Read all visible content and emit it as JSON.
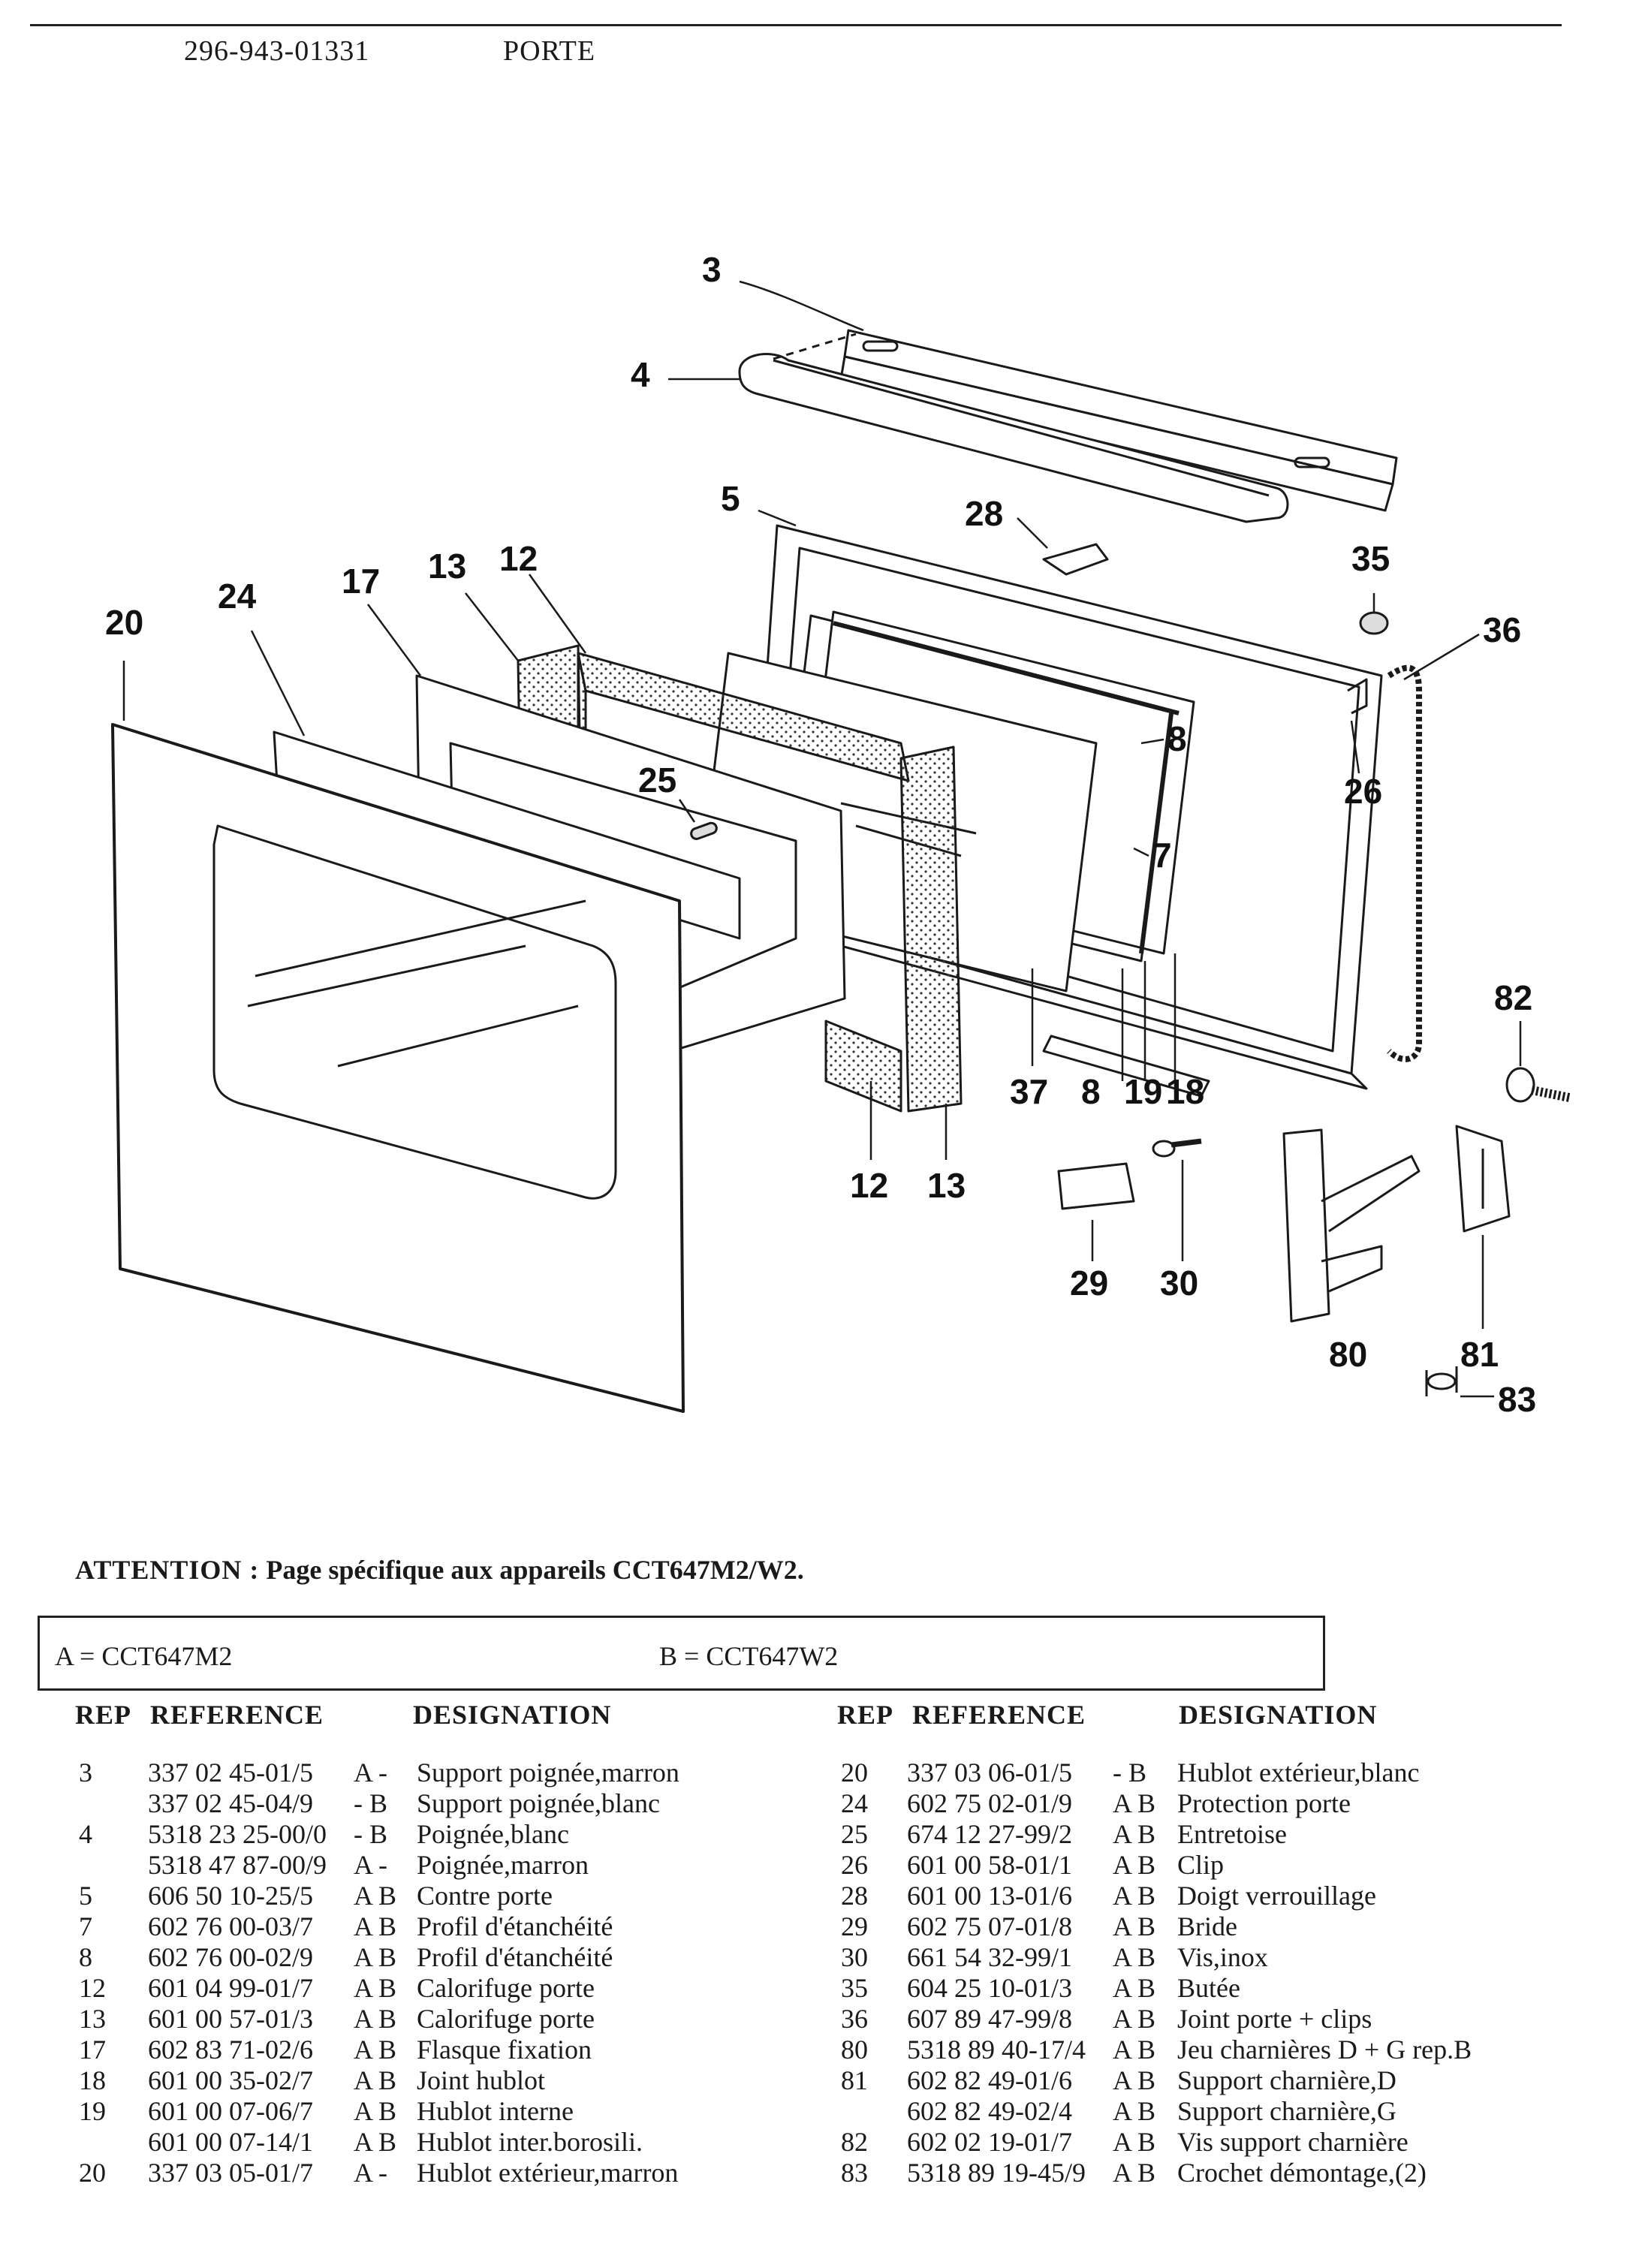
{
  "header": {
    "reference": "296-943-01331",
    "title": "PORTE"
  },
  "callouts": [
    "3",
    "4",
    "5",
    "28",
    "35",
    "36",
    "20",
    "24",
    "17",
    "13",
    "12",
    "25",
    "8",
    "7",
    "26",
    "82",
    "37",
    "8",
    "19",
    "18",
    "12",
    "13",
    "29",
    "30",
    "80",
    "81",
    "83"
  ],
  "attention": {
    "label": "ATTENTION :",
    "text": "Page spécifique aux appareils CCT647M2/W2."
  },
  "models": {
    "a": "A = CCT647M2",
    "b": "B = CCT647W2"
  },
  "table_headers": {
    "rep": "REP",
    "reference": "REFERENCE",
    "designation": "DESIGNATION"
  },
  "parts_left": [
    {
      "rep": "3",
      "ref": "337 02 45-01/5",
      "variant": "A -",
      "designation": "Support poignée,marron"
    },
    {
      "rep": "",
      "ref": "337 02 45-04/9",
      "variant": "- B",
      "designation": "Support poignée,blanc"
    },
    {
      "rep": "4",
      "ref": "5318 23 25-00/0",
      "variant": "- B",
      "designation": "Poignée,blanc"
    },
    {
      "rep": "",
      "ref": "5318 47 87-00/9",
      "variant": "A -",
      "designation": "Poignée,marron"
    },
    {
      "rep": "5",
      "ref": "606 50 10-25/5",
      "variant": "A B",
      "designation": "Contre porte"
    },
    {
      "rep": "7",
      "ref": "602 76 00-03/7",
      "variant": "A B",
      "designation": "Profil d'étanchéité"
    },
    {
      "rep": "8",
      "ref": "602 76 00-02/9",
      "variant": "A B",
      "designation": "Profil d'étanchéité"
    },
    {
      "rep": "12",
      "ref": "601 04 99-01/7",
      "variant": "A B",
      "designation": "Calorifuge porte"
    },
    {
      "rep": "13",
      "ref": "601 00 57-01/3",
      "variant": "A B",
      "designation": "Calorifuge porte"
    },
    {
      "rep": "17",
      "ref": "602 83 71-02/6",
      "variant": "A B",
      "designation": "Flasque fixation"
    },
    {
      "rep": "18",
      "ref": "601 00 35-02/7",
      "variant": "A B",
      "designation": "Joint hublot"
    },
    {
      "rep": "19",
      "ref": "601 00 07-06/7",
      "variant": "A B",
      "designation": "Hublot interne"
    },
    {
      "rep": "",
      "ref": "601 00 07-14/1",
      "variant": "A B",
      "designation": "Hublot inter.borosili."
    },
    {
      "rep": "20",
      "ref": "337 03 05-01/7",
      "variant": "A -",
      "designation": "Hublot extérieur,marron"
    }
  ],
  "parts_right": [
    {
      "rep": "20",
      "ref": "337 03 06-01/5",
      "variant": "- B",
      "designation": "Hublot extérieur,blanc"
    },
    {
      "rep": "24",
      "ref": "602 75 02-01/9",
      "variant": "A B",
      "designation": "Protection porte"
    },
    {
      "rep": "25",
      "ref": "674 12 27-99/2",
      "variant": "A B",
      "designation": "Entretoise"
    },
    {
      "rep": "26",
      "ref": "601 00 58-01/1",
      "variant": "A B",
      "designation": "Clip"
    },
    {
      "rep": "28",
      "ref": "601 00 13-01/6",
      "variant": "A B",
      "designation": "Doigt verrouillage"
    },
    {
      "rep": "29",
      "ref": "602 75 07-01/8",
      "variant": "A B",
      "designation": "Bride"
    },
    {
      "rep": "30",
      "ref": "661 54 32-99/1",
      "variant": "A B",
      "designation": "Vis,inox"
    },
    {
      "rep": "35",
      "ref": "604 25 10-01/3",
      "variant": "A B",
      "designation": "Butée"
    },
    {
      "rep": "36",
      "ref": "607 89 47-99/8",
      "variant": "A B",
      "designation": "Joint porte + clips"
    },
    {
      "rep": "80",
      "ref": "5318 89 40-17/4",
      "variant": "A B",
      "designation": "Jeu charnières D + G rep.B"
    },
    {
      "rep": "81",
      "ref": "602 82 49-01/6",
      "variant": "A B",
      "designation": "Support charnière,D"
    },
    {
      "rep": "",
      "ref": "602 82 49-02/4",
      "variant": "A B",
      "designation": "Support charnière,G"
    },
    {
      "rep": "82",
      "ref": "602 02 19-01/7",
      "variant": "A B",
      "designation": "Vis support charnière"
    },
    {
      "rep": "83",
      "ref": "5318 89 19-45/9",
      "variant": "A B",
      "designation": "Crochet démontage,(2)"
    }
  ]
}
